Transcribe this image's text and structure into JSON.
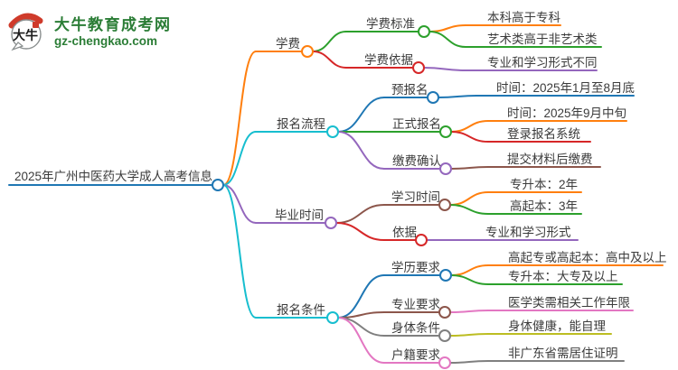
{
  "logo": {
    "bubble_text": "大牛",
    "site_name": "大牛教育成考网",
    "site_domain": "gz-chengkao.com",
    "brand_green": "#2b7d36",
    "accent_red": "#cf3b2b"
  },
  "mindmap": {
    "root": {
      "label": "2025年广州中医药大学成人高考信息",
      "color": "#1f77b4"
    },
    "branches": [
      {
        "label": "学费",
        "color": "#ff7f0e",
        "children": [
          {
            "label": "学费标准",
            "color": "#2ca02c",
            "children": [
              {
                "label": "本科高于专科",
                "color": "#ff7f0e"
              },
              {
                "label": "艺术类高于非艺术类",
                "color": "#2ca02c"
              }
            ]
          },
          {
            "label": "学费依据",
            "color": "#d62728",
            "children": [
              {
                "label": "专业和学习形式不同",
                "color": "#9467bd"
              }
            ]
          }
        ]
      },
      {
        "label": "报名流程",
        "color": "#17becf",
        "children": [
          {
            "label": "预报名",
            "color": "#1f77b4",
            "children": [
              {
                "label": "时间：2025年1月至8月底",
                "color": "#1f77b4"
              }
            ]
          },
          {
            "label": "正式报名",
            "color": "#2ca02c",
            "children": [
              {
                "label": "时间：2025年9月中旬",
                "color": "#ff7f0e"
              },
              {
                "label": "登录报名系统",
                "color": "#d62728"
              }
            ]
          },
          {
            "label": "缴费确认",
            "color": "#9467bd",
            "children": [
              {
                "label": "提交材料后缴费",
                "color": "#8c564b"
              }
            ]
          }
        ]
      },
      {
        "label": "毕业时间",
        "color": "#9467bd",
        "children": [
          {
            "label": "学习时间",
            "color": "#8c564b",
            "children": [
              {
                "label": "专升本：2年",
                "color": "#ff7f0e"
              },
              {
                "label": "高起本：3年",
                "color": "#2ca02c"
              }
            ]
          },
          {
            "label": "依据",
            "color": "#d62728",
            "children": [
              {
                "label": "专业和学习形式",
                "color": "#9467bd"
              }
            ]
          }
        ]
      },
      {
        "label": "报名条件",
        "color": "#17becf",
        "children": [
          {
            "label": "学历要求",
            "color": "#1f77b4",
            "children": [
              {
                "label": "高起专或高起本：高中及以上",
                "color": "#ff7f0e"
              },
              {
                "label": "专升本：大专及以上",
                "color": "#2ca02c"
              }
            ]
          },
          {
            "label": "专业要求",
            "color": "#8c564b",
            "children": [
              {
                "label": "医学类需相关工作年限",
                "color": "#e377c2"
              }
            ]
          },
          {
            "label": "身体条件",
            "color": "#7f7f7f",
            "children": [
              {
                "label": "身体健康，能自理",
                "color": "#bcbd22"
              }
            ]
          },
          {
            "label": "户籍要求",
            "color": "#e377c2",
            "children": [
              {
                "label": "非广东省需居住证明",
                "color": "#7f7f7f"
              }
            ]
          }
        ]
      }
    ]
  }
}
